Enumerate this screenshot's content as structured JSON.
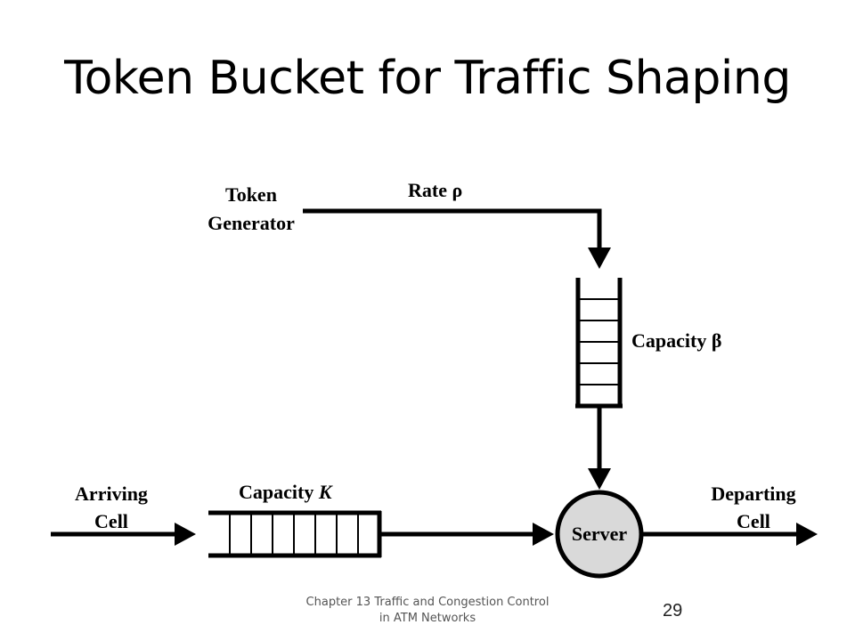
{
  "slide": {
    "title": "Token Bucket for Traffic Shaping",
    "footer_line1": "Chapter 13 Traffic and Congestion Control",
    "footer_line2": "in ATM Networks",
    "page_number": "29"
  },
  "diagram": {
    "token_generator_line1": "Token",
    "token_generator_line2": "Generator",
    "rate_label": "Rate ρ",
    "bucket_capacity_label": "Capacity β",
    "queue_capacity_prefix": "Capacity ",
    "queue_capacity_symbol": "K",
    "arriving_line1": "Arriving",
    "arriving_line2": "Cell",
    "departing_line1": "Departing",
    "departing_line2": "Cell",
    "server_label": "Server"
  }
}
